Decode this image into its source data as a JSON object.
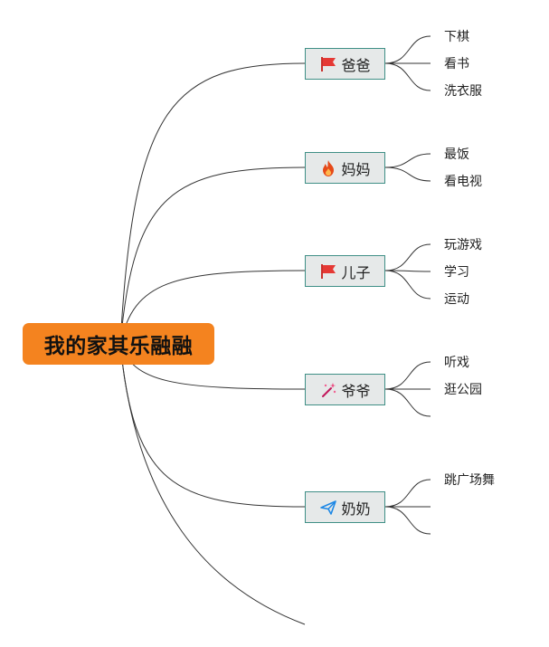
{
  "root": {
    "label": "我的家其乐融融",
    "color": "#f4831f"
  },
  "branches": [
    {
      "label": "爸爸",
      "icon": "red-flag-icon",
      "leaves": [
        "下棋",
        "看书",
        "洗衣服"
      ]
    },
    {
      "label": "妈妈",
      "icon": "fire-icon",
      "leaves": [
        "最饭",
        "看电视"
      ]
    },
    {
      "label": "儿子",
      "icon": "red-flag-icon",
      "leaves": [
        "玩游戏",
        "学习",
        "运动"
      ]
    },
    {
      "label": "爷爷",
      "icon": "magic-wand-icon",
      "leaves": [
        "听戏",
        "逛公园",
        ""
      ]
    },
    {
      "label": "奶奶",
      "icon": "paper-plane-icon",
      "leaves": [
        "跳广场舞",
        "",
        ""
      ]
    }
  ],
  "colors": {
    "topic_fill": "#e6e9e9",
    "topic_border": "#3f8f86",
    "line": "#333333"
  }
}
